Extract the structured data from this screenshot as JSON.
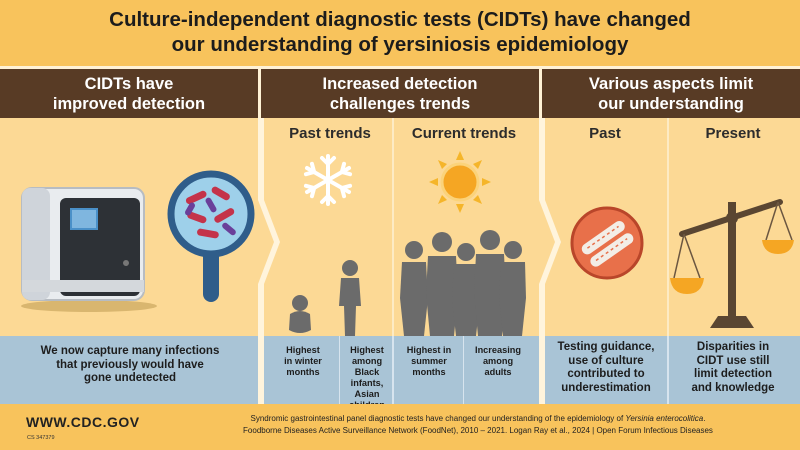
{
  "title": {
    "line1": "Culture-independent diagnostic tests (CIDTs) have changed",
    "line2": "our understanding of yersiniosis epidemiology"
  },
  "sections": {
    "detection": {
      "header_line1": "CIDTs have",
      "header_line2": "improved detection",
      "caption_line1": "We now capture many infections",
      "caption_line2": "that previously would have",
      "caption_line3": "gone undetected"
    },
    "trends": {
      "header_line1": "Increased detection",
      "header_line2": "challenges trends",
      "past_label": "Past trends",
      "current_label": "Current trends",
      "captions": [
        [
          "Highest",
          "in winter",
          "months"
        ],
        [
          "Highest",
          "among",
          "Black infants,",
          "Asian children"
        ],
        [
          "Highest in",
          "summer",
          "months"
        ],
        [
          "Increasing",
          "among",
          "adults"
        ]
      ]
    },
    "limits": {
      "header_line1": "Various aspects limit",
      "header_line2": "our understanding",
      "past_label": "Past",
      "present_label": "Present",
      "past_caption": [
        "Testing guidance,",
        "use of culture",
        "contributed to",
        "underestimation"
      ],
      "present_caption": [
        "Disparities in",
        "CIDT use still",
        "limit detection",
        "and knowledge"
      ]
    }
  },
  "footer": {
    "url": "WWW.CDC.GOV",
    "code": "CS 347379",
    "line1_prefix": "Syndromic gastrointestinal panel diagnostic tests have changed our understanding of the epidemiology of ",
    "line1_italic": "Yersinia enterocolitica",
    "line1_suffix": ".",
    "line2": "Foodborne Diseases Active Surveillance Network (FoodNet), 2010 – 2021. Logan Ray et al., 2024 | Open Forum Infectious Diseases"
  },
  "icons": [
    "diagnostic-machine-icon",
    "magnifier-bacteria-icon",
    "snowflake-icon",
    "sun-icon",
    "baby-icon",
    "child-icon",
    "adults-group-icon",
    "bacteria-badge-icon",
    "scale-icon"
  ],
  "colors": {
    "title_band": "#f8c35c",
    "header": "#583b25",
    "panel": "#fcd995",
    "caption": "#a9c4d6",
    "sun": "#f5a623",
    "badge": "#e8704a"
  }
}
